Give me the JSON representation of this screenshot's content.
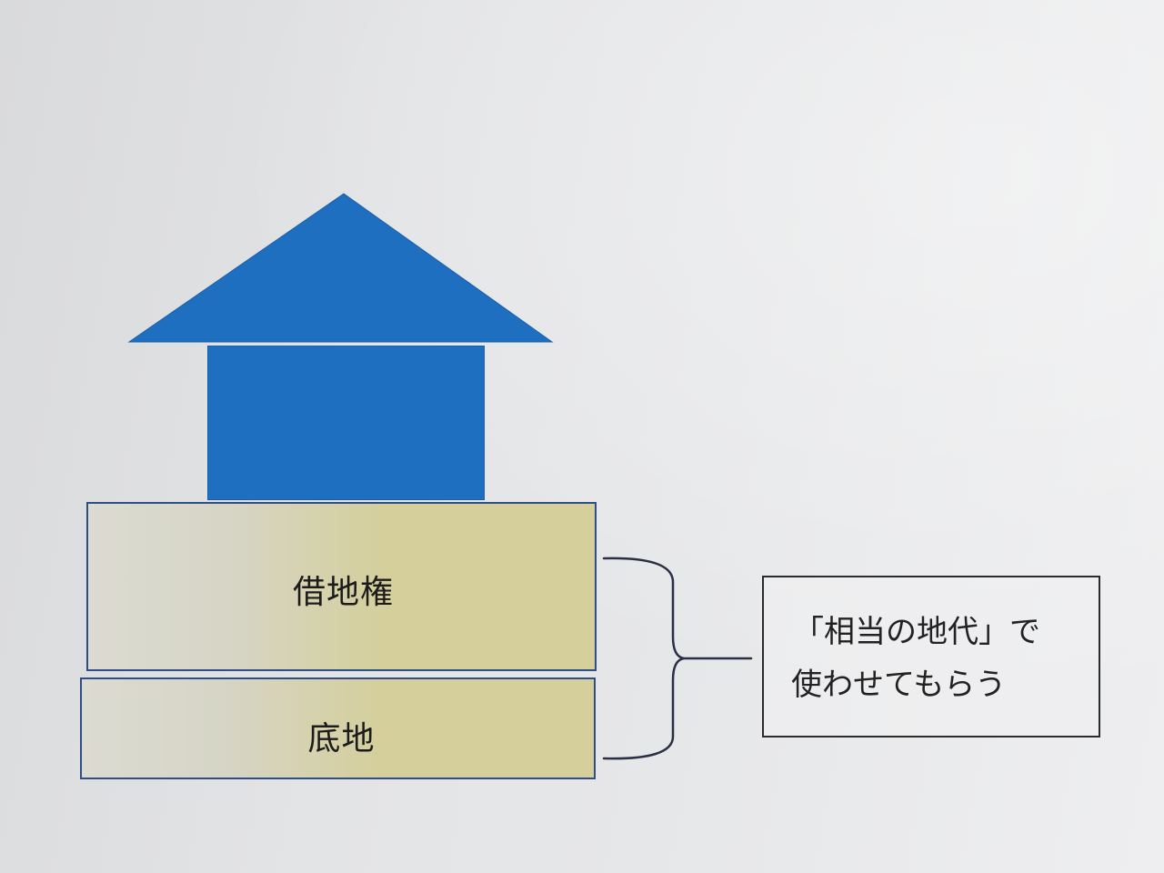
{
  "diagram": {
    "land_layers": {
      "leasehold_right": "借地権",
      "land_ownership": "底地"
    },
    "note": {
      "line1": "「相当の地代」で",
      "line2": "使わせてもらう"
    },
    "colors": {
      "house": "#1f6fc0",
      "land_fill": "#d5cf9c",
      "land_border": "#2f4d86",
      "note_border": "#2b2b2b"
    }
  }
}
